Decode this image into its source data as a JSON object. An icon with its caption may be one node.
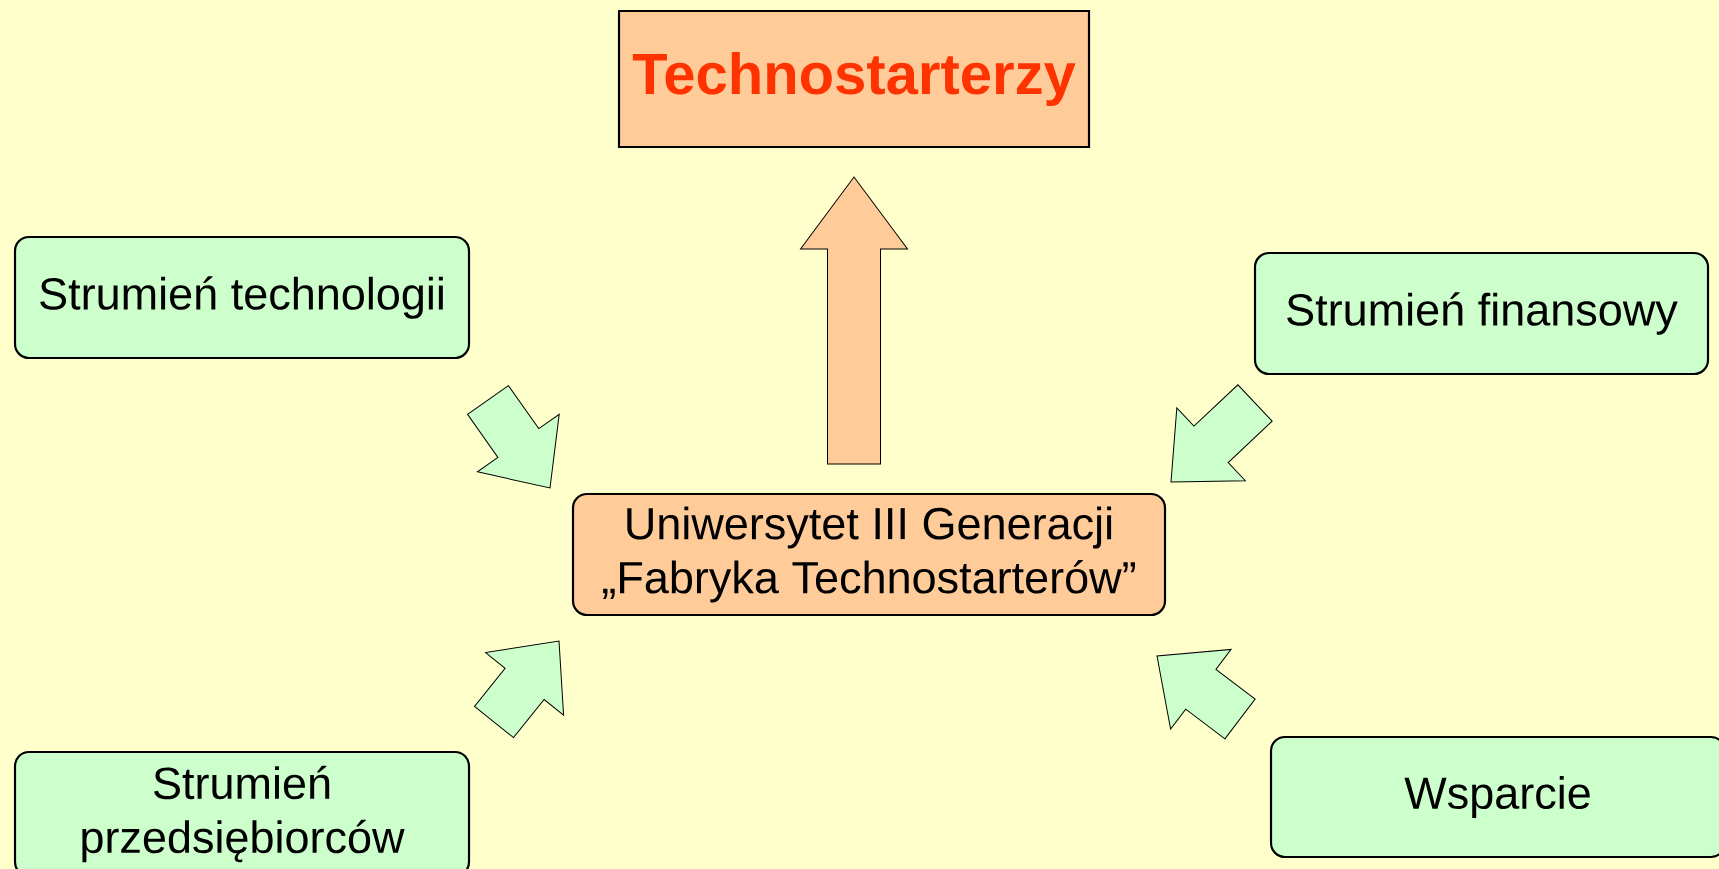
{
  "diagram": {
    "nodes": [
      {
        "text": [
          "Technostarterzy"
        ]
      },
      {
        "text": [
          "Strumień technologii"
        ]
      },
      {
        "text": [
          "Strumień finansowy"
        ]
      },
      {
        "text": [
          "Uniwersytet III Generacji „Fabryka Technostarterów”"
        ]
      },
      {
        "text": [
          "Strumień przedsiębiorców"
        ]
      },
      {
        "text": [
          "Wsparcie"
        ]
      }
    ],
    "edges": [
      {
        "from": 3,
        "to": 0,
        "arrow": "to",
        "color": "#ffcc99"
      },
      {
        "from": 1,
        "to": 3,
        "arrow": "to"
      },
      {
        "from": 2,
        "to": 3,
        "arrow": "to"
      },
      {
        "from": 4,
        "to": 3,
        "arrow": "to"
      },
      {
        "from": 5,
        "to": 3,
        "arrow": "to"
      }
    ]
  }
}
